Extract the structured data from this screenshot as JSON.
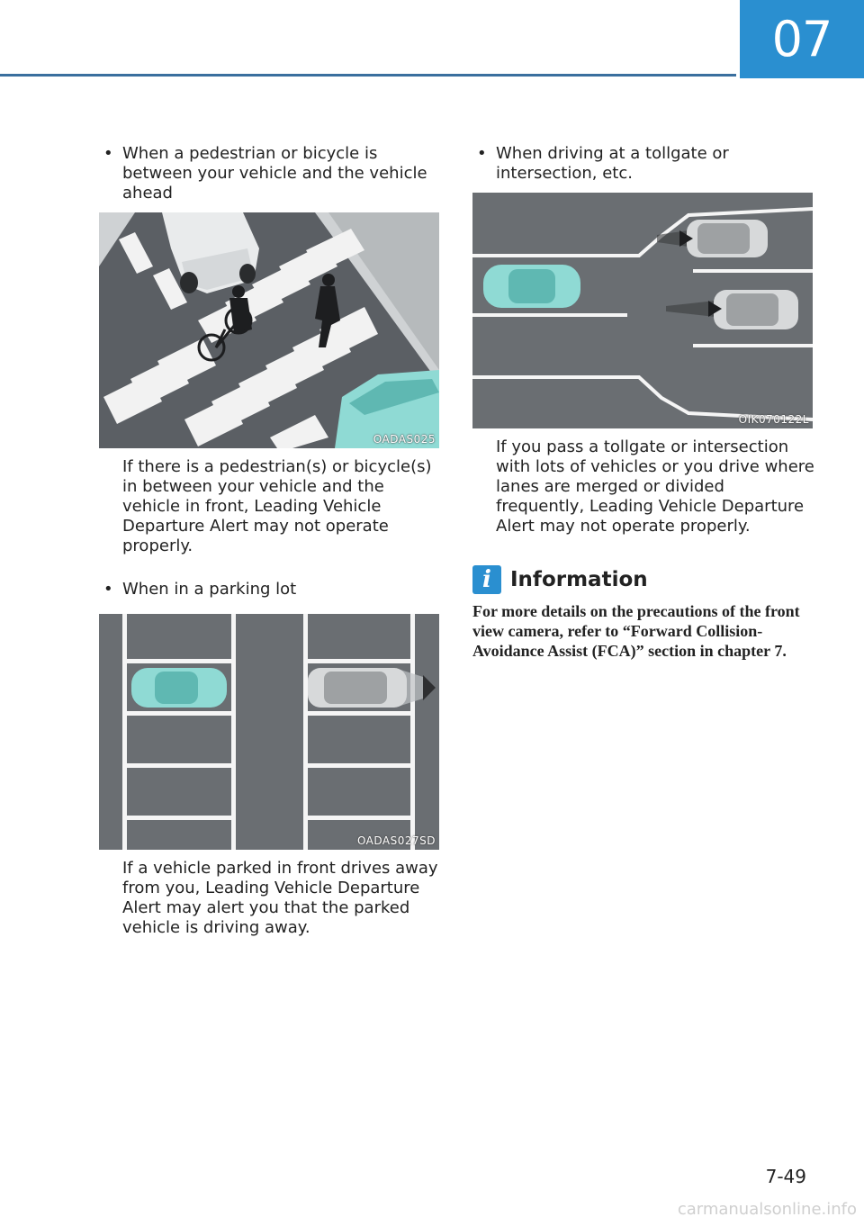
{
  "header": {
    "chapter": "07"
  },
  "left": {
    "bullet1": "When a pedestrian or bicycle is between your vehicle and the vehicle ahead",
    "fig1_code": "OADAS025",
    "para1": "If there is a pedestrian(s) or bicycle(s) in between your vehicle and the vehicle in front, Leading Vehicle Departure Alert may not operate properly.",
    "bullet2": "When in a parking lot",
    "fig2_code": "OADAS027SD",
    "para2": "If a vehicle parked in front drives away from you, Leading Vehicle Departure Alert may alert you that the parked vehicle is driving away."
  },
  "right": {
    "bullet3": "When driving at a tollgate or intersection, etc.",
    "fig3_code": "OIK070122L",
    "para3": "If you pass a tollgate or intersection with lots of vehicles or you drive where lanes are merged or divided frequently, Leading Vehicle Departure Alert may not operate properly.",
    "info_icon": "i",
    "info_title": "Information",
    "info_text": "For more details on the precautions of the front view camera, refer to “Forward Collision-Avoidance Assist (FCA)” section in chapter 7."
  },
  "footer": {
    "page": "7-49",
    "watermark": "carmanualsonline.info"
  },
  "colors": {
    "accent": "#2a8fd0",
    "road": "#5d6166",
    "car_teal": "#7fd6d0"
  }
}
